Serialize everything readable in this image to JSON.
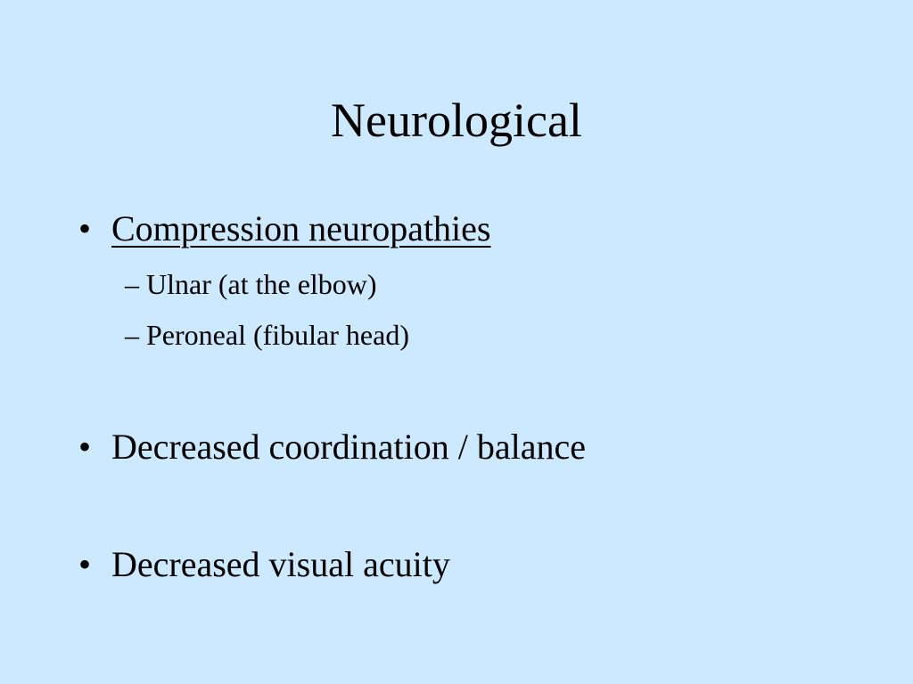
{
  "slide": {
    "title": "Neurological",
    "bullets": [
      {
        "marker": "•",
        "text": "Compression neuropathies",
        "underlined": true,
        "sub_items": [
          {
            "marker": "–",
            "text": "Ulnar (at the elbow)"
          },
          {
            "marker": "–",
            "text": "Peroneal (fibular head)"
          }
        ]
      },
      {
        "marker": "•",
        "text": "Decreased coordination / balance"
      },
      {
        "marker": "•",
        "text": "Decreased visual acuity"
      }
    ]
  },
  "colors": {
    "background": "#cce9ff",
    "text": "#000000"
  }
}
